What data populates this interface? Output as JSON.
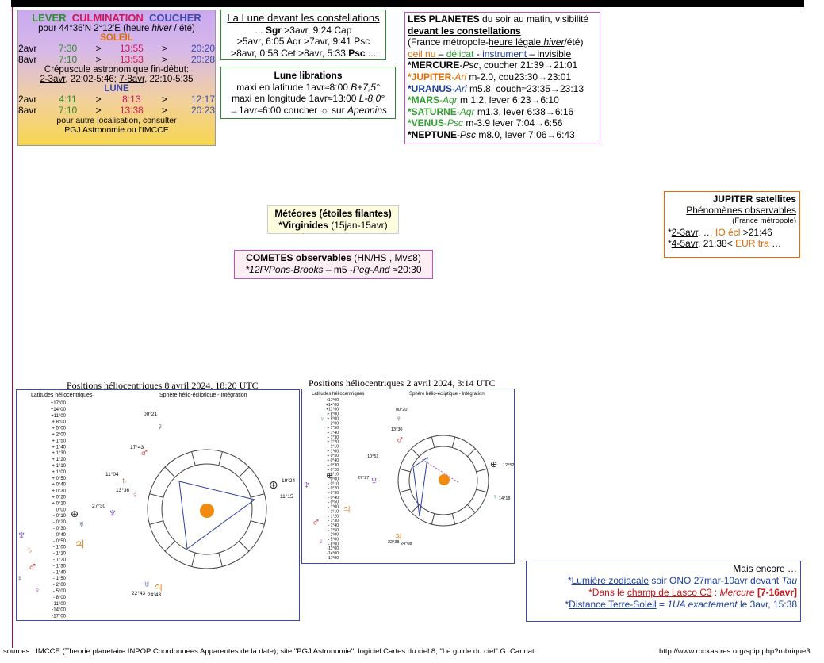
{
  "lcc": {
    "h_lever": "LEVER",
    "h_culm": "CULMINATION",
    "h_couch": "COUCHER",
    "location": "pour 44°36'N  2°12'E (heure ",
    "location_hiver": "hiver",
    "location_end": " / été)",
    "soleil": "SOLEIL",
    "sun_rows": [
      {
        "date": "2avr",
        "lever": "7:30",
        "culm": "13:55",
        "coucher": "20:20"
      },
      {
        "date": "8avr",
        "lever": "7:10",
        "culm": "13:53",
        "coucher": "20:28"
      }
    ],
    "gt": ">",
    "crep_title": "Crépuscule astronomique fin-début:",
    "crep_d1": "2-3avr",
    "crep_v1": ", 22:02-5:46; ",
    "crep_d2": "7-8avr",
    "crep_v2": ", 22:10-5:35",
    "lune": "LUNE",
    "moon_rows": [
      {
        "date": "2avr",
        "lever": "4:11",
        "culm": "8:13",
        "coucher": "12:17"
      },
      {
        "date": "8avr",
        "lever": "7:10",
        "culm": "13:38",
        "coucher": "20:23"
      }
    ],
    "note1": "pour autre localisation, consulter",
    "note2": "PGJ Astronomie ou l'IMCCE"
  },
  "lune_const": {
    "title": "La Lune devant les constellations",
    "l1a": "... ",
    "l1b": "Sgr",
    "l1c": " >3avr, 9:24 Cap",
    "l2": ">5avr, 6:05 Aqr >7avr, 9:41 Psc",
    "l3a": ">8avr, 0:58 Cet >8avr, 5:33 ",
    "l3b": "Psc",
    "l3c": " ..."
  },
  "libr": {
    "title": "Lune librations",
    "l1a": "maxi en latitude 1avr≈8:00 ",
    "l1b": "B+7,5°",
    "l2a": "maxi en longitude 1avr≈13:00 ",
    "l2b": "L-8,0°",
    "l3a": "→1avr≈6:00 coucher ☼ sur ",
    "l3b": "Apennins"
  },
  "planets": {
    "t1": "LES PLANETES",
    "t1b": " du soir au matin, visibilité",
    "t2": "devant les constellations",
    "t3a": "(France métropole-",
    "t3b": "heure légale ",
    "t3c": "hiver",
    "t3d": "/été)",
    "leg1": "oeil nu",
    "leg2": "délicat",
    "leg3": "instrument",
    "leg4": "invisible",
    "rows": [
      {
        "star": "*",
        "name": "MERCURE",
        "const": "Psc",
        "rest": ", coucher 21:39→21:01",
        "color": "#000000"
      },
      {
        "star": "*",
        "name": "JUPITER",
        "const": "Ari",
        "rest": " m-2.0, cou23:30→23:01",
        "color": "#e06b00"
      },
      {
        "star": "*",
        "name": "URANUS",
        "const": "Ari",
        "rest": " m5.8, couch≈23:35→23:13",
        "color": "#1c3f9e"
      },
      {
        "star": "*",
        "name": "MARS",
        "const": "Aqr",
        "rest": " m 1.2, lever 6:23→6:10",
        "color": "#2e9e2e"
      },
      {
        "star": "*",
        "name": "SATURNE",
        "const": "Aqr",
        "rest": " m1.3, lever 6:38→6:16",
        "color": "#2e9e2e"
      },
      {
        "star": "*",
        "name": "VENUS",
        "const": "Psc",
        "rest": " m-3.9 lever 7:04→6:56",
        "color": "#2e9e2e"
      },
      {
        "star": "*",
        "name": "NEPTUNE",
        "const": "Psc",
        "rest": " m8.0, lever 7:06→6:43",
        "color": "#000000"
      }
    ]
  },
  "jupiter": {
    "title": "JUPITER satellites",
    "sub": "Phénomènes observables ",
    "sub2": "(France métropole)",
    "r1a": "*",
    "r1b": "2-3avr",
    "r1c": ", … ",
    "r1d": "IO écl",
    "r1e": " >21:46",
    "r2a": "*",
    "r2b": "4-5avr",
    "r2c": ", 21:38< ",
    "r2d": "EUR tra",
    "r2e": "  …"
  },
  "meteores": {
    "title": "Météores (étoiles filantes)",
    "l1a": "*Virginides",
    "l1b": " (15jan-15avr)"
  },
  "cometes": {
    "title": "COMETES observables",
    "title_b": " (HN/HS , Mv≤8)",
    "l1a": "*12P/Pons-Brooks",
    "l1b": " – m5 -",
    "l1c": "Peg-And",
    "l1d": " ≈20:30"
  },
  "chart1": {
    "title": "Positions héliocentriques 8 avril 2024, 18:20 UTC",
    "left_label": "Latitudes héliocentriques",
    "right_label": "Sphère hélio-écliptique - Intégration",
    "ticks": [
      "+17°00",
      "+14°00",
      "+11°00",
      "+ 8°00",
      "+ 5°00",
      "+ 2°00",
      "+ 1°50",
      "+ 1°40",
      "+ 1°30",
      "+ 1°20",
      "+ 1°10",
      "+ 1°00",
      "+ 0°50",
      "+ 0°40",
      "+ 0°30",
      "+ 0°20",
      "+ 0°10",
      "0°00",
      "- 0°10",
      "- 0°20",
      "- 0°30",
      "- 0°40",
      "- 0°50",
      "- 1°00",
      "- 1°10",
      "- 1°20",
      "- 1°30",
      "- 1°40",
      "- 1°50",
      "- 2°00",
      "- 5°00",
      "- 8°00",
      "-11°00",
      "-14°00",
      "-17°00"
    ],
    "labels": {
      "a": "00°21",
      "b": "17°43",
      "c": "11°04",
      "d": "13°36",
      "e": "27°30",
      "f": "19°24",
      "g": "11°15",
      "h": "22°43",
      "i": "24°43"
    }
  },
  "chart2": {
    "title": "Positions héliocentriques 2 avril  2024, 3:14 UTC",
    "left_label": "Latitudes héliocentriques",
    "right_label": "Sphère hélio-écliptique - Intégration",
    "ticks": [
      "+17°00",
      "+14°00",
      "+11°00",
      "+ 8°00",
      "+ 5°00",
      "+ 2°00",
      "+ 1°50",
      "+ 1°40",
      "+ 1°30",
      "+ 1°20",
      "+ 1°10",
      "+ 1°00",
      "+ 0°50",
      "+ 0°40",
      "+ 0°30",
      "+ 0°20",
      "+ 0°10",
      "0°00",
      "- 0°10",
      "- 0°20",
      "- 0°30",
      "- 0°40",
      "- 0°50",
      "- 1°00",
      "- 1°10",
      "- 1°20",
      "- 1°30",
      "- 1°40",
      "- 1°50",
      "- 2°00",
      "- 5°00",
      "- 8°00",
      "-11°00",
      "-14°00",
      "-17°00"
    ],
    "labels": {
      "a": "00°20",
      "b": "13°30",
      "c": "10°51",
      "d": "27°27",
      "e": "12°52",
      "f": "14°18",
      "g": "22°38",
      "h": "24°08"
    }
  },
  "mais": {
    "title": "Mais encore …",
    "l1a": "*",
    "l1b": "Lumière zodiacale",
    "l1c": " soir ONO 27mar-10avr devant ",
    "l1d": "Tau",
    "l2a": "*Dans le ",
    "l2b": "champ de Lasco C3",
    "l2c": " : ",
    "l2d": "Mercure",
    "l2e": " [",
    "l2f": "7",
    "l2g": "-16avr]",
    "l3a": "*",
    "l3b": "Distance Terre-Soleil",
    "l3c": " = ",
    "l3d": "1UA exactement",
    "l3e": " le 3avr, 15:38"
  },
  "footer": {
    "sources": "sources : IMCCE (Theorie planetaire INPOP Coordonnees Apparentes de la date); site \"PGJ Astronomie\"; logiciel  Cartes du ciel 8; \"Le guide du ciel\" G. Cannat",
    "url": "http://www.rockastres.org/spip.php?rubrique3"
  },
  "colors": {
    "lever": "#2e8b2e",
    "culm": "#d4145a",
    "couch": "#3a4ab0",
    "orange": "#e06b00",
    "red": "#cc1111"
  }
}
